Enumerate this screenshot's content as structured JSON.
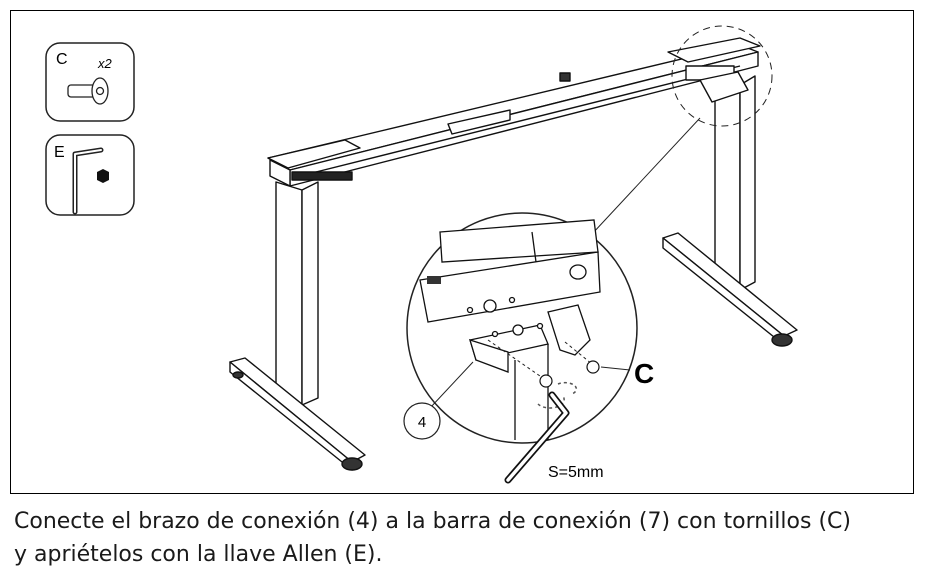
{
  "parts": {
    "screw": {
      "letter": "C",
      "quantity": "x2",
      "icon": "screw-icon"
    },
    "wrench": {
      "letter": "E",
      "icon": "allen-key-icon"
    }
  },
  "detail": {
    "arm_number": "4",
    "screw_callout": "C",
    "wrench_size": "S=5mm"
  },
  "caption": {
    "line1": "Conecte el brazo de conexión (4) a la barra de conexión (7) con tornillos (C)",
    "line2": "y apriételos con la llave Allen (E)."
  }
}
